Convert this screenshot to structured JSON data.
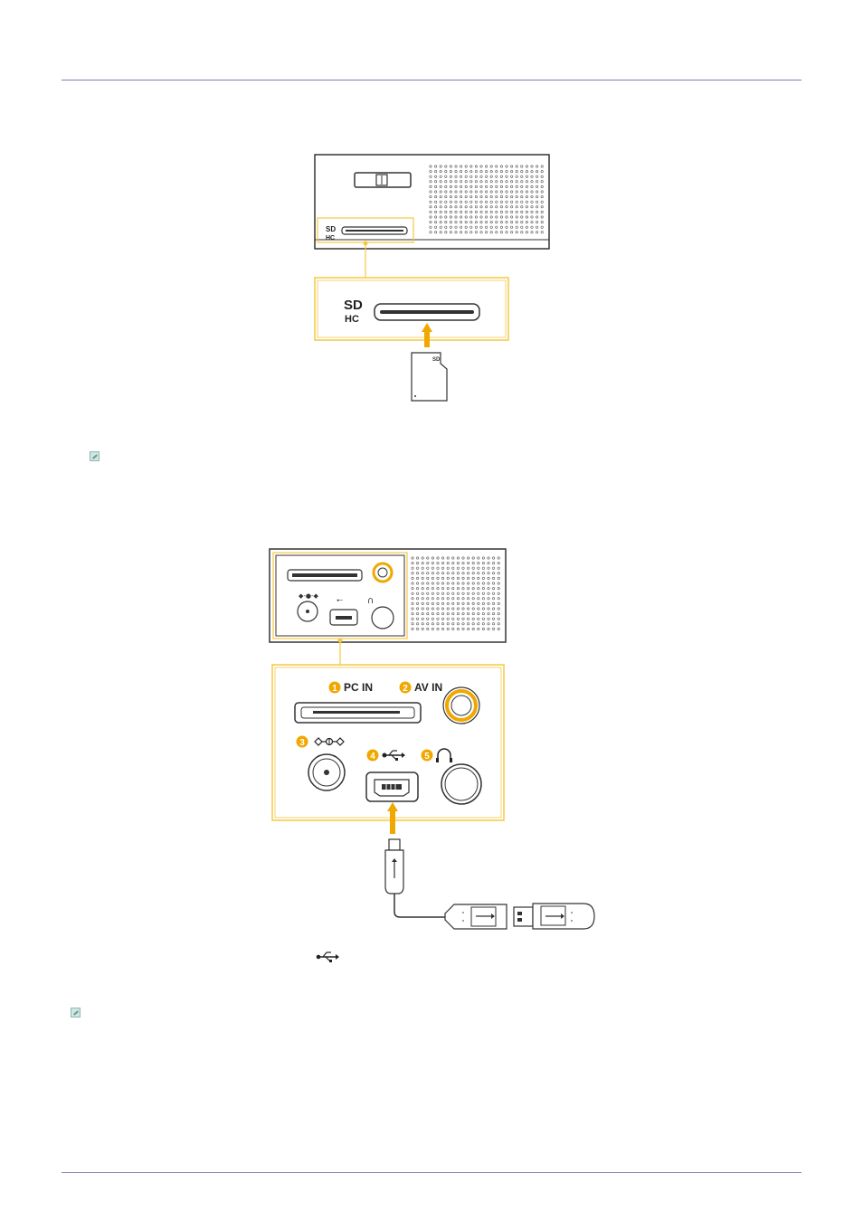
{
  "figure2": {
    "labels": {
      "pc_in_num": "1",
      "pc_in": "PC IN",
      "av_in_num": "2",
      "av_in": "AV IN",
      "dc_num": "3",
      "usb_num": "4",
      "earphone_num": "5"
    }
  },
  "icons": {
    "note": "note-pencil-icon",
    "usb": "usb-icon",
    "headphone": "headphone-icon",
    "dc_polarity": "dc-polarity-icon",
    "sdhc": "sdhc-logo-icon"
  },
  "colors": {
    "accent": "#f0a800",
    "rule": "#7a7fb8",
    "highlight_border": "#f5c842"
  }
}
